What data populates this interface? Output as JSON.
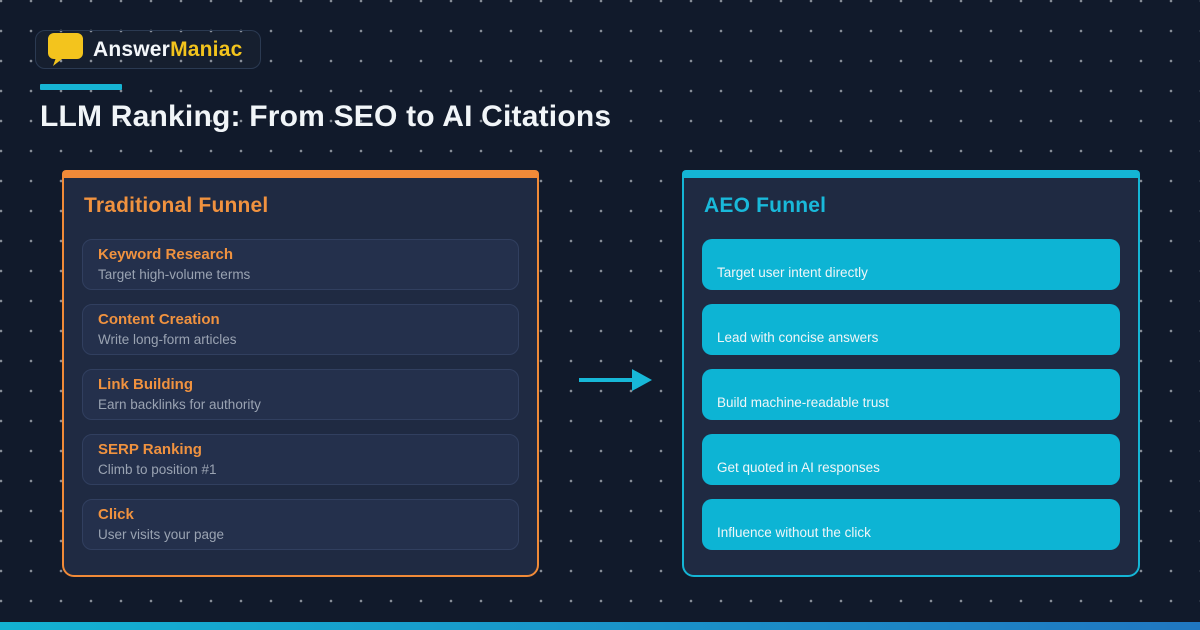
{
  "colors": {
    "background": "#111A2B",
    "panel_background": "#1F2A42",
    "accent_orange": "#F0923F",
    "accent_cyan": "#14B5D5",
    "brand_yellow": "#F3C41D",
    "text_white": "#F1F5F8",
    "text_muted": "#9AA3B2",
    "footer_gradient_start": "#13B2D2",
    "footer_gradient_end": "#2077C0"
  },
  "brand": {
    "icon": "speech-bubble-icon",
    "name_primary": "Answer",
    "name_secondary": "Maniac"
  },
  "header": {
    "title": "LLM Ranking: From SEO to AI Citations"
  },
  "funnels": {
    "traditional": {
      "heading": "Traditional Funnel",
      "steps": [
        {
          "title": "Keyword Research",
          "desc": "Target high-volume terms"
        },
        {
          "title": "Content Creation",
          "desc": "Write long-form articles"
        },
        {
          "title": "Link Building",
          "desc": "Earn backlinks for authority"
        },
        {
          "title": "SERP Ranking",
          "desc": "Climb to position #1"
        },
        {
          "title": "Click",
          "desc": "User visits your page"
        }
      ]
    },
    "aeo": {
      "heading": "AEO Funnel",
      "steps": [
        {
          "desc": "Target user intent directly"
        },
        {
          "desc": "Lead with concise answers"
        },
        {
          "desc": "Build machine-readable trust"
        },
        {
          "desc": "Get quoted in AI responses"
        },
        {
          "desc": "Influence without the click"
        }
      ]
    }
  }
}
